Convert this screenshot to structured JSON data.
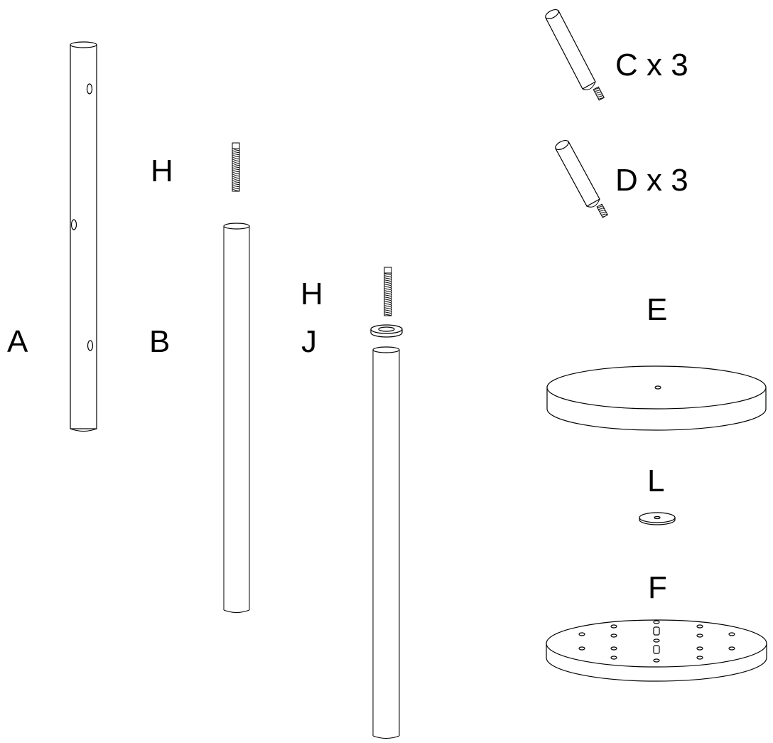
{
  "labels": {
    "a": "A",
    "b": "B",
    "h1": "H",
    "h2": "H",
    "j": "J",
    "c": "C x 3",
    "d": "D x 3",
    "e": "E",
    "l": "L",
    "f": "F"
  },
  "colors": {
    "line": "#000000",
    "background": "#ffffff"
  }
}
